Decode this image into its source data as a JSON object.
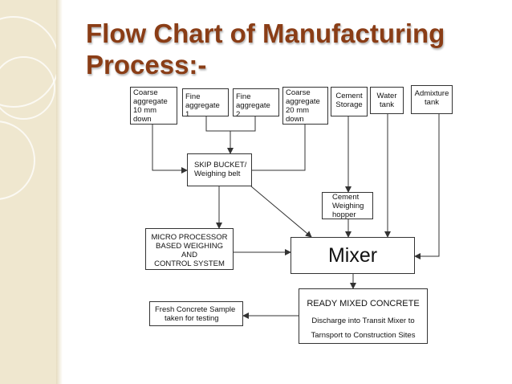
{
  "slide": {
    "title_lines": [
      "Flow Chart of Manufacturing",
      "Process:-"
    ]
  },
  "colors": {
    "title": "#8a3d16",
    "sidebar": "#efe7cf",
    "stroke": "#333333"
  },
  "nodes": {
    "coarse10": [
      "Coarse",
      "aggregate",
      "10 mm",
      "down"
    ],
    "fine1": [
      "Fine",
      "aggregate 1"
    ],
    "fine2": [
      "Fine",
      "aggregate 2"
    ],
    "coarse20": [
      "Coarse",
      "aggregate",
      "20 mm",
      "down"
    ],
    "cement_storage": [
      "Cement",
      "Storage"
    ],
    "water_tank": [
      "Water",
      "tank"
    ],
    "admixture_tank": [
      "Admixture",
      "tank"
    ],
    "skip_bucket": [
      "SKIP BUCKET/",
      "Weighing belt"
    ],
    "cement_hopper": [
      "Cement",
      "Weighing",
      "hopper"
    ],
    "micro_processor": [
      "MICRO PROCESSOR",
      "BASED WEIGHING AND",
      "CONTROL SYSTEM"
    ],
    "mixer": "Mixer",
    "ready_mix": {
      "head": "READY MIXED CONCRETE",
      "line1": "Discharge into Transit Mixer to",
      "line2": "Tarnsport to Construction Sites"
    },
    "fresh_sample": [
      "Fresh Concrete Sample",
      "taken for testing"
    ]
  }
}
